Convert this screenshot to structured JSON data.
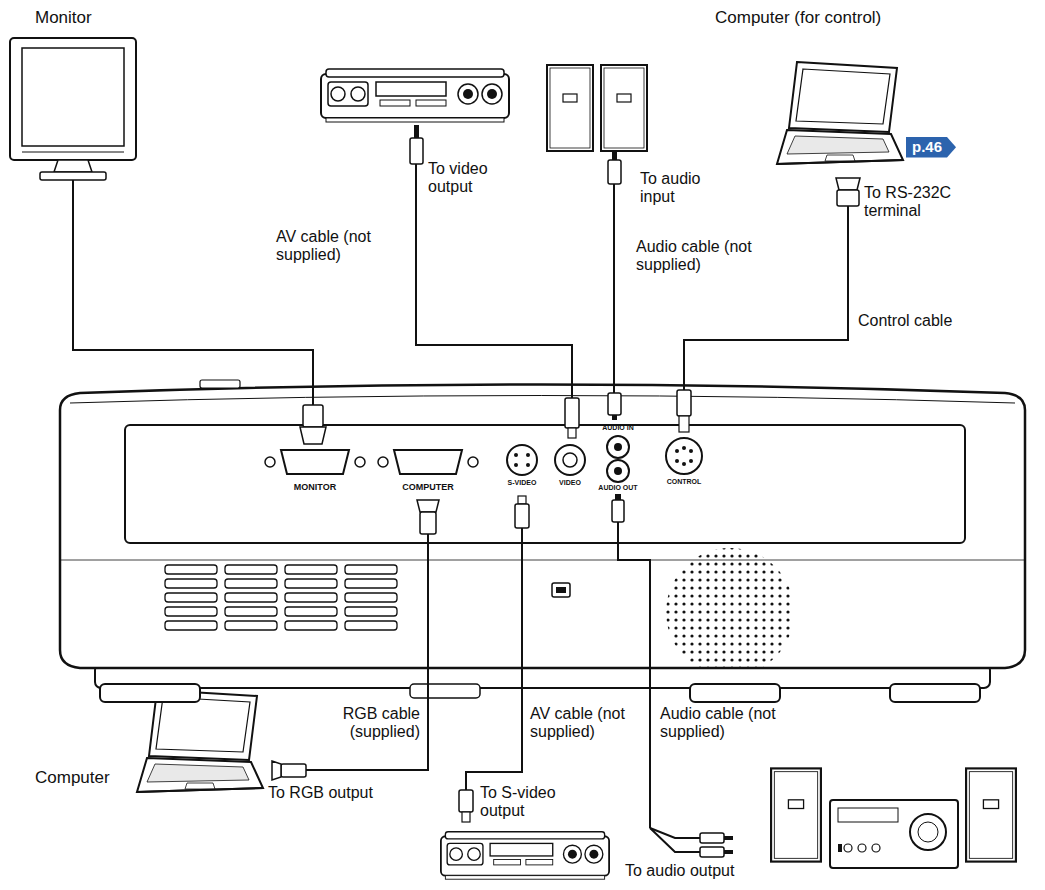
{
  "diagram": {
    "nodes": [
      {
        "text": [
          "p.46"
        ]
      }
    ],
    "labels": [
      "Monitor",
      "AV cable (not supplied)",
      "To video output",
      "To audio input",
      "Audio cable (not supplied)",
      "Computer (for control)",
      "To RS-232C terminal",
      "Control cable",
      "MONITOR",
      "COMPUTER",
      "S-VIDEO",
      "VIDEO",
      "AUDIO IN",
      "AUDIO OUT",
      "CONTROL",
      "RGB cable (supplied)",
      "AV cable (not supplied)",
      "Computer",
      "To RGB output",
      "Audio cable (not supplied)",
      "To S-video output",
      "To audio output"
    ]
  }
}
